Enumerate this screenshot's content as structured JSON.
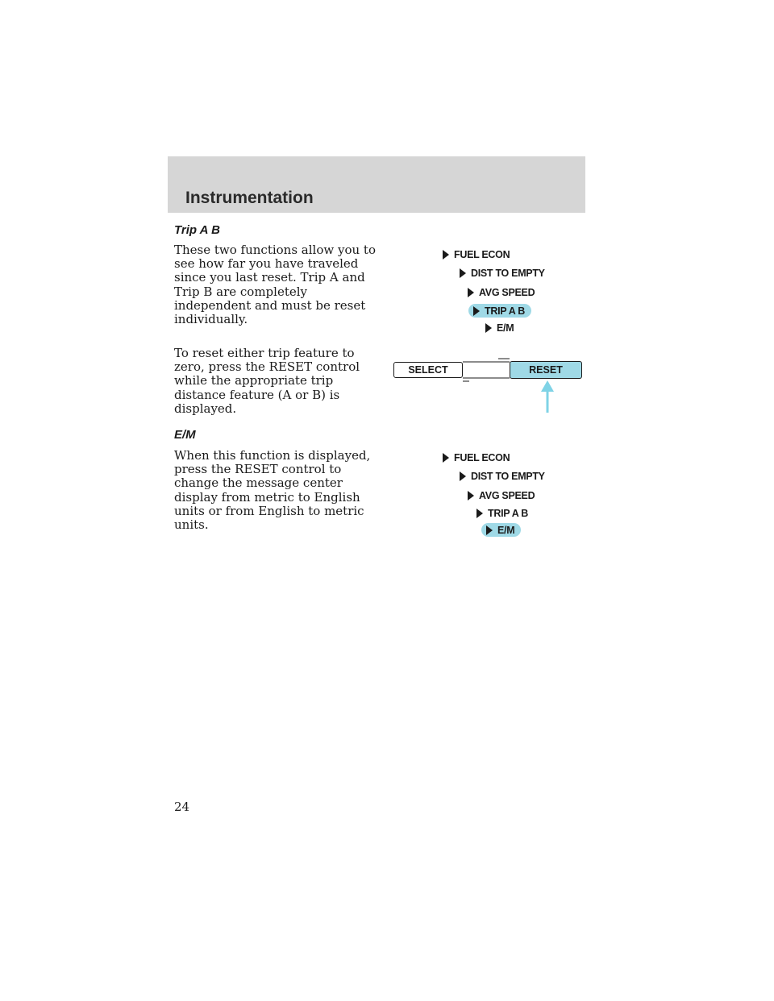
{
  "header": {
    "title": "Instrumentation"
  },
  "sections": [
    {
      "heading": "Trip A B",
      "paragraphs": [
        "These two functions allow you to see how far you have traveled since you last reset. Trip A and Trip B are completely independent and must be reset individually.",
        "To reset either trip feature to zero, press the RESET control while the appropriate trip distance feature (A or B) is displayed."
      ]
    },
    {
      "heading": "E/M",
      "paragraphs": [
        "When this function is displayed, press the RESET control to change the message center display from metric to English units or from English to metric units."
      ]
    }
  ],
  "menu_diagram_1": {
    "items": [
      "FUEL ECON",
      "DIST TO EMPTY",
      "AVG SPEED",
      "TRIP A B",
      "E/M"
    ],
    "highlighted": "TRIP A B"
  },
  "control_diagram": {
    "select_label": "SELECT",
    "reset_label": "RESET",
    "pointer_color": "#7fd3e6"
  },
  "menu_diagram_2": {
    "items": [
      "FUEL ECON",
      "DIST TO EMPTY",
      "AVG SPEED",
      "TRIP A B",
      "E/M"
    ],
    "highlighted": "E/M"
  },
  "colors": {
    "header_band": "#d6d6d6",
    "highlight": "#9fd9e6",
    "reset_button": "#9fd9e6"
  },
  "page_number": "24"
}
